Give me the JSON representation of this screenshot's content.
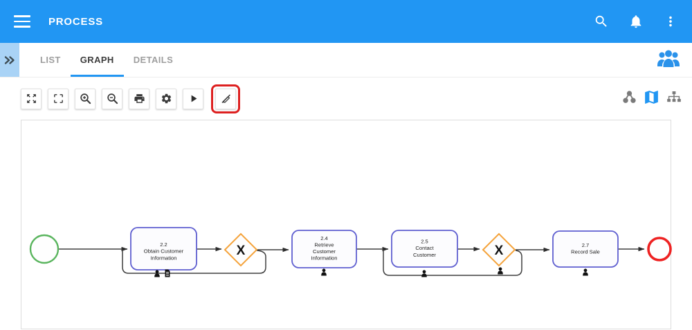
{
  "header": {
    "title": "PROCESS",
    "icons": [
      "menu-icon",
      "search-icon",
      "notifications-icon",
      "more-vert-icon"
    ]
  },
  "tabs": {
    "active_tab": "GRAPH",
    "items": [
      {
        "label": "LIST"
      },
      {
        "label": "GRAPH"
      },
      {
        "label": "DETAILS"
      }
    ],
    "collapse_icon": "double-chevron-right",
    "right_icon": "people-group-icon"
  },
  "toolbar": {
    "buttons": [
      {
        "name": "fit-to-screen"
      },
      {
        "name": "fullscreen"
      },
      {
        "name": "zoom-in"
      },
      {
        "name": "zoom-out"
      },
      {
        "name": "print"
      },
      {
        "name": "settings"
      },
      {
        "name": "play"
      },
      {
        "name": "edit-off"
      }
    ],
    "highlighted_button": "edit-off",
    "right_icons": [
      {
        "name": "network-graph"
      },
      {
        "name": "map"
      },
      {
        "name": "org-chart"
      }
    ]
  },
  "annotation": {
    "type": "highlight-box",
    "target": "edit-off-button",
    "color": "#dd2020"
  },
  "colors": {
    "header_blue": "#2196F3",
    "tab_underline": "#2196F3",
    "task_border": "#5f5fd0",
    "gateway_border": "#f5a33b",
    "start_event_green": "#5ab55e",
    "end_event_red": "#ee2222",
    "highlight_red": "#dd2020"
  },
  "diagram": {
    "type": "bpmn-flow",
    "start_event": {
      "id": "start"
    },
    "end_event": {
      "id": "end"
    },
    "tasks": [
      {
        "id": "2.2",
        "lines": [
          "2.2",
          "Obtain Customer",
          "Information"
        ],
        "markers": [
          "user",
          "document"
        ]
      },
      {
        "id": "2.4",
        "lines": [
          "2.4",
          "Retrieve",
          "Customer",
          "Information"
        ],
        "markers": [
          "user"
        ]
      },
      {
        "id": "2.5",
        "lines": [
          "2.5",
          "Contact",
          "Customer"
        ],
        "markers": [
          "user"
        ]
      },
      {
        "id": "2.7",
        "lines": [
          "2.7",
          "Record Sale"
        ],
        "markers": [
          "user"
        ]
      }
    ],
    "gateways": [
      {
        "id": "gateway-1",
        "label": "X",
        "markers": []
      },
      {
        "id": "gateway-2",
        "label": "X",
        "markers": [
          "user"
        ]
      }
    ],
    "edges": [
      {
        "from": "start",
        "to": "2.2"
      },
      {
        "from": "2.2",
        "to": "gateway-1"
      },
      {
        "from": "gateway-1",
        "to": "2.4"
      },
      {
        "from": "gateway-1",
        "to": "2.2",
        "loop": true
      },
      {
        "from": "2.4",
        "to": "2.5"
      },
      {
        "from": "2.5",
        "to": "gateway-2"
      },
      {
        "from": "gateway-2",
        "to": "2.7"
      },
      {
        "from": "gateway-2",
        "to": "2.5",
        "loop": true
      },
      {
        "from": "2.7",
        "to": "end"
      }
    ]
  }
}
